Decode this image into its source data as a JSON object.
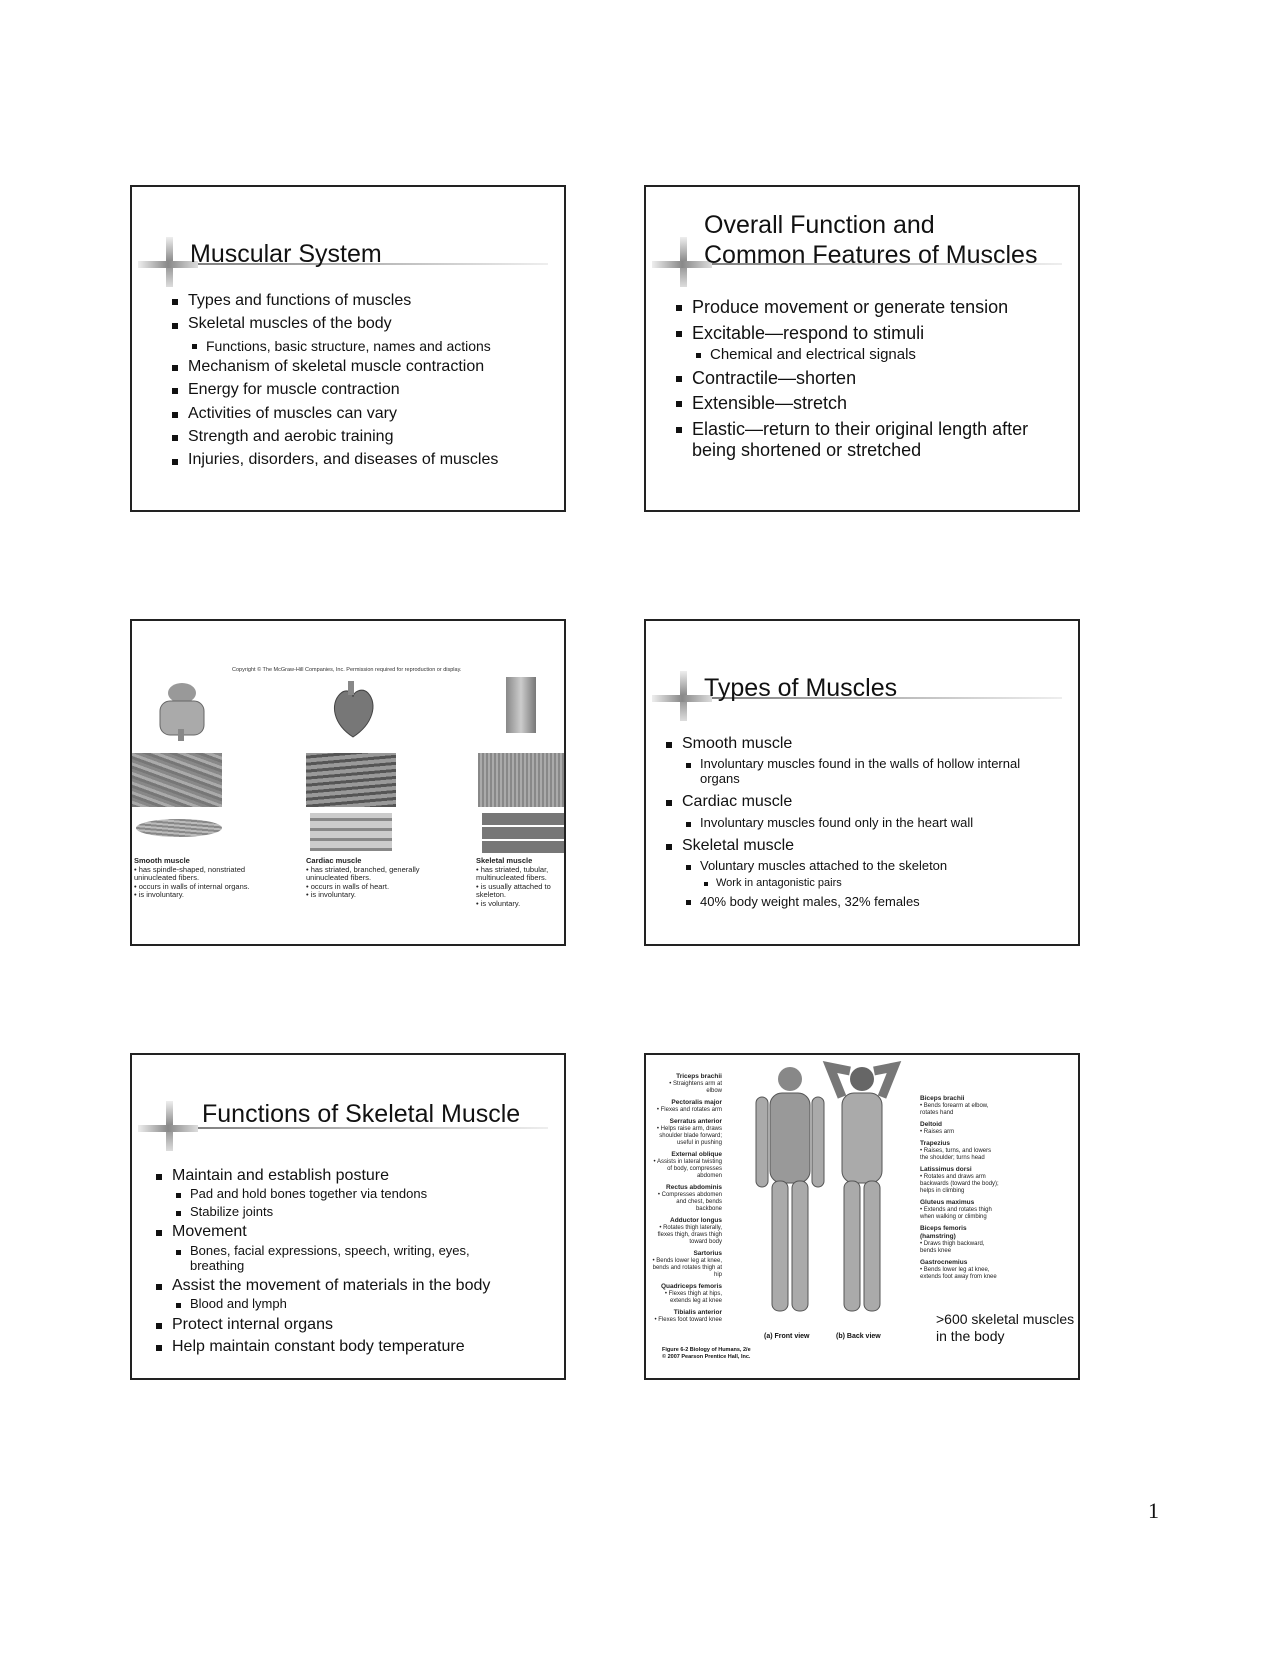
{
  "slides": [
    {
      "title": "Muscular System",
      "bullets": [
        "Types and functions of muscles",
        "Skeletal muscles of the body",
        "Functions, basic structure, names and actions",
        "Mechanism of skeletal muscle contraction",
        "Energy for muscle contraction",
        "Activities of muscles can vary",
        "Strength and aerobic training",
        "Injuries, disorders, and diseases of muscles"
      ]
    },
    {
      "title_line1": "Overall Function and",
      "title_line2": "Common Features of Muscles",
      "bullets": [
        "Produce movement or generate tension",
        "Excitable—respond to stimuli",
        "Chemical and electrical signals",
        "Contractile—shorten",
        "Extensible—stretch",
        "Elastic—return to their original length after being shortened or stretched"
      ]
    },
    {
      "copyright": "Copyright © The McGraw-Hill Companies, Inc. Permission required for reproduction or display.",
      "captions": [
        {
          "name": "Smooth muscle",
          "lines": [
            "• has spindle-shaped, nonstriated uninucleated fibers.",
            "• occurs in walls of internal organs.",
            "• is involuntary."
          ]
        },
        {
          "name": "Cardiac muscle",
          "lines": [
            "• has striated, branched, generally uninucleated fibers.",
            "• occurs in walls of heart.",
            "• is involuntary."
          ]
        },
        {
          "name": "Skeletal muscle",
          "lines": [
            "• has striated, tubular, multinucleated fibers.",
            "• is usually attached to skeleton.",
            "• is voluntary."
          ]
        }
      ]
    },
    {
      "title": "Types of Muscles",
      "bullets": [
        "Smooth muscle",
        "Involuntary muscles found in the walls of hollow internal organs",
        "Cardiac muscle",
        "Involuntary muscles found only in the heart wall",
        "Skeletal muscle",
        "Voluntary muscles attached to the skeleton",
        "Work in antagonistic pairs",
        "40% body weight males, 32% females"
      ]
    },
    {
      "title": "Functions of Skeletal Muscle",
      "bullets": [
        "Maintain and establish posture",
        "Pad and hold bones together via tendons",
        "Stabilize joints",
        "Movement",
        "Bones, facial expressions, speech, writing, eyes, breathing",
        "Assist the movement of materials in the body",
        "Blood and lymph",
        "Protect internal organs",
        "Help maintain constant body temperature"
      ]
    },
    {
      "left_labels": [
        {
          "name": "Triceps brachii",
          "desc": "• Straightens arm at elbow"
        },
        {
          "name": "Pectoralis major",
          "desc": "• Flexes and rotates arm"
        },
        {
          "name": "Serratus anterior",
          "desc": "• Helps raise arm, draws shoulder blade forward; useful in pushing"
        },
        {
          "name": "External oblique",
          "desc": "• Assists in lateral twisting of body, compresses abdomen"
        },
        {
          "name": "Rectus abdominis",
          "desc": "• Compresses abdomen and chest, bends backbone"
        },
        {
          "name": "Adductor longus",
          "desc": "• Rotates thigh laterally, flexes thigh, draws thigh toward body"
        },
        {
          "name": "Sartorius",
          "desc": "• Bends lower leg at knee, bends and rotates thigh at hip"
        },
        {
          "name": "Quadriceps femoris",
          "desc": "• Flexes thigh at hips, extends leg at knee"
        },
        {
          "name": "Tibialis anterior",
          "desc": "• Flexes foot toward knee"
        }
      ],
      "right_labels": [
        {
          "name": "Biceps brachii",
          "desc": "• Bends forearm at elbow, rotates hand"
        },
        {
          "name": "Deltoid",
          "desc": "• Raises arm"
        },
        {
          "name": "Trapezius",
          "desc": "• Raises, turns, and lowers the shoulder; turns head"
        },
        {
          "name": "Latissimus dorsi",
          "desc": "• Rotates and draws arm backwards (toward the body); helps in climbing"
        },
        {
          "name": "Gluteus maximus",
          "desc": "• Extends and rotates thigh when walking or climbing"
        },
        {
          "name": "Biceps femoris (hamstring)",
          "desc": "• Draws thigh backward, bends knee"
        },
        {
          "name": "Gastrocnemius",
          "desc": "• Bends lower leg at knee, extends foot away from knee"
        }
      ],
      "front_view": "(a) Front view",
      "back_view": "(b) Back view",
      "figure_credit_1": "Figure 6-2 Biology of Humans, 2/e",
      "figure_credit_2": "© 2007 Pearson Prentice Hall, Inc.",
      "note": ">600 skeletal muscles in the body"
    }
  ],
  "page_number": "1"
}
